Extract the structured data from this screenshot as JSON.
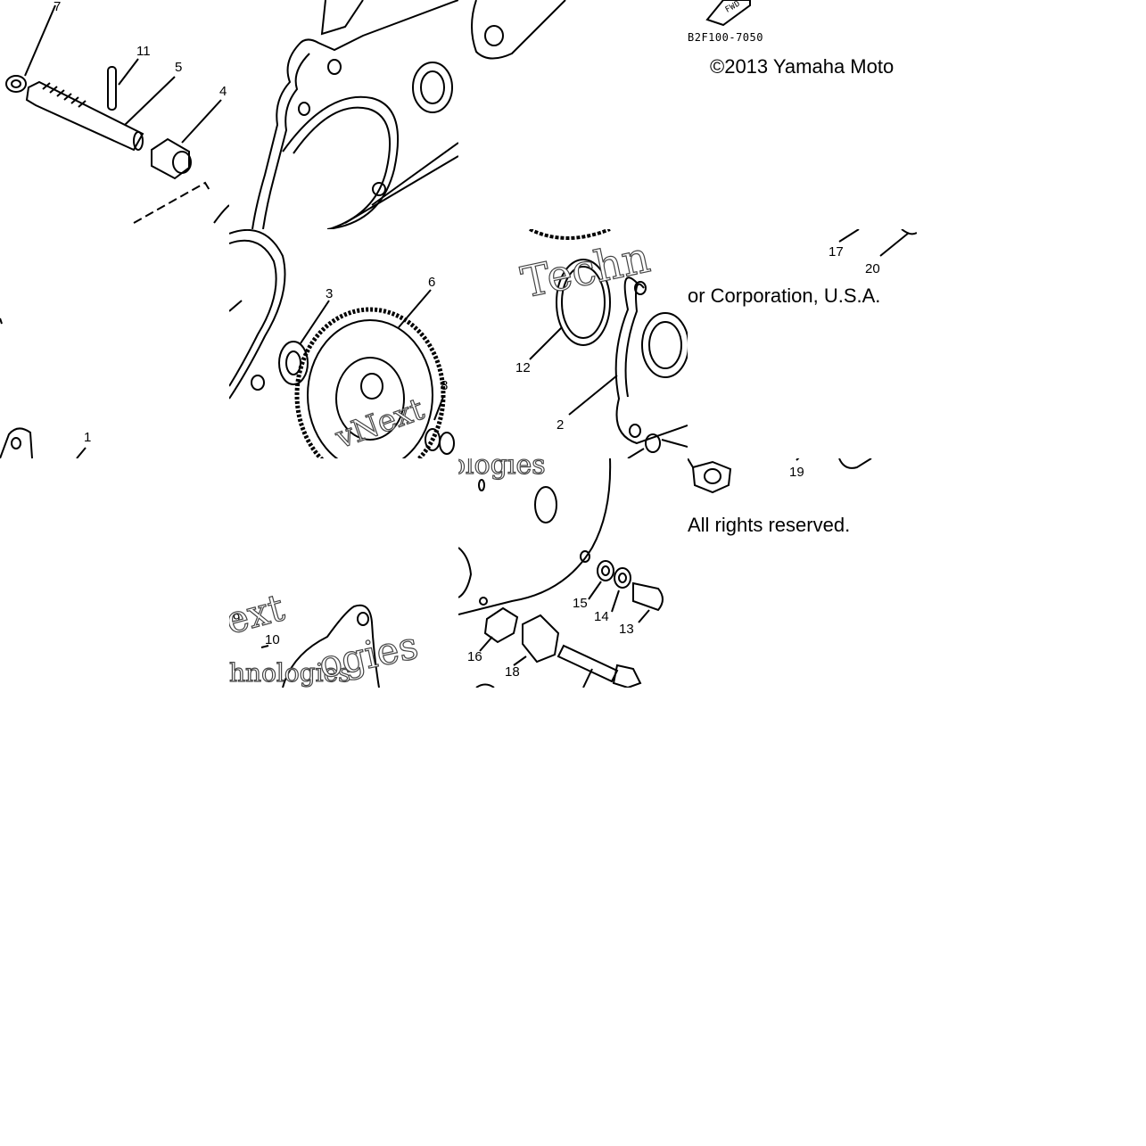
{
  "diagram": {
    "part_code": "B2F100-7050",
    "arrow_label": "FWD",
    "copyright_part1": "©2013 Yamaha Moto",
    "copyright_part2": "or Corporation, U.S.A. ",
    "copyright_part3": "All rights reserved.",
    "watermark_1": "Techn",
    "watermark_2": "vNext",
    "watermark_3": "ologies",
    "watermark_4": "ext",
    "watermark_5": "hnologies",
    "watermark_6": "ogies",
    "callouts": {
      "c1": "1",
      "c2": "2",
      "c3": "3",
      "c4": "4",
      "c5": "5",
      "c6": "6",
      "c7": "7",
      "c8": "8",
      "c9": "9",
      "c10": "10",
      "c11": "11",
      "c12": "12",
      "c13": "13",
      "c14": "14",
      "c15": "15",
      "c16": "16",
      "c17": "17",
      "c18": "18",
      "c19": "19",
      "c20": "20"
    }
  }
}
